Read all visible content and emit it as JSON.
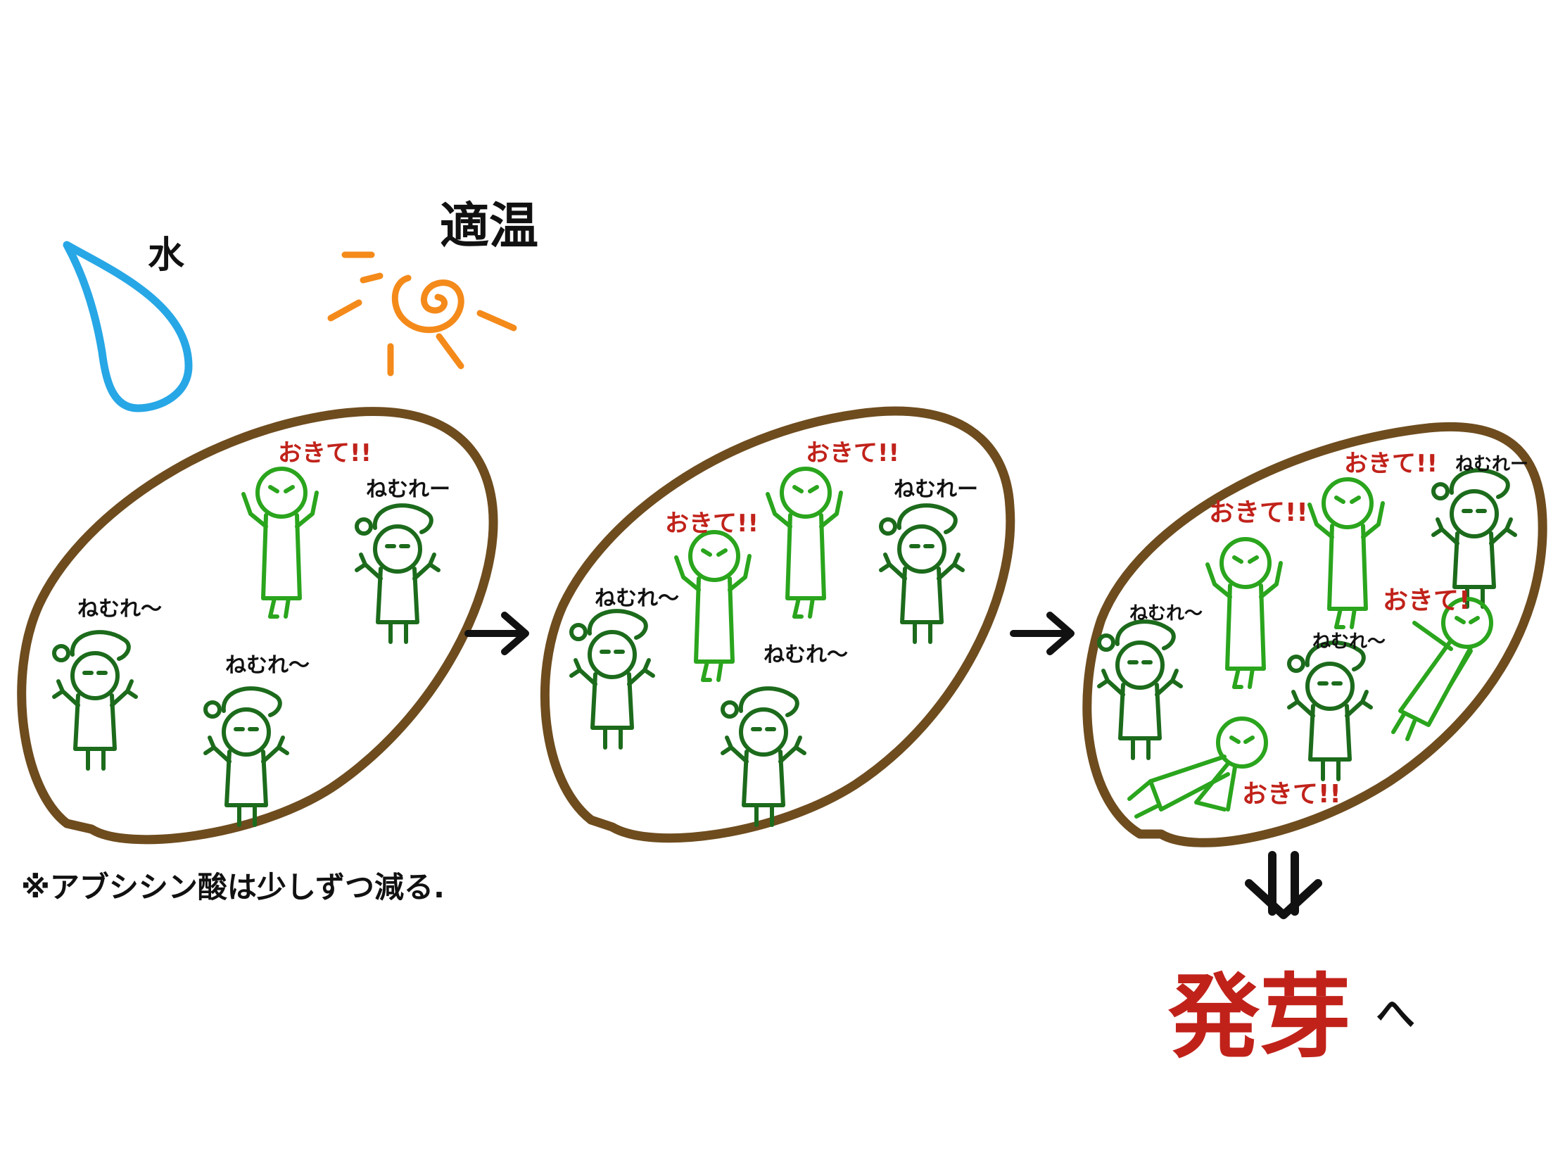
{
  "labels": {
    "water": "水",
    "temperature": "適温",
    "note": "※アブシシン酸は少しずつ減る.",
    "result_main": "発芽",
    "result_suffix": "へ"
  },
  "speech": {
    "sleep_a": "ねむれ〜",
    "sleep_b": "ねむれー",
    "wake": "おきて!!",
    "wake_single": "おきて!"
  },
  "colors": {
    "water": "#27a7e6",
    "sun": "#f48a1a",
    "seed": "#6e4c1e",
    "sleeper": "#1c6b1c",
    "waker": "#2aa51d",
    "wake_text": "#c0221a",
    "ink": "#111111"
  },
  "icons": [
    "water-drop-icon",
    "sun-icon",
    "arrow-right-icon",
    "double-arrow-down-icon"
  ]
}
